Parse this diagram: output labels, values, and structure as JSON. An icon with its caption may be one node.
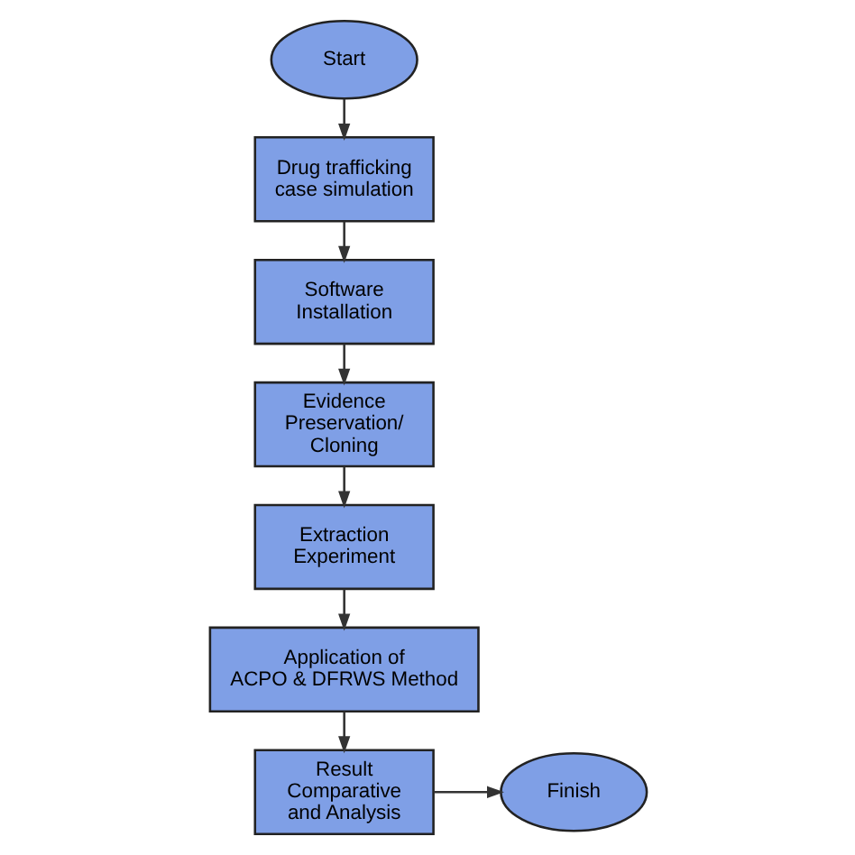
{
  "diagram": {
    "nodes": [
      {
        "text": [
          "Start"
        ]
      },
      {
        "text": [
          "Drug trafficking case simulation"
        ]
      },
      {
        "text": [
          "Software Installation"
        ]
      },
      {
        "text": [
          "Evidence Preservation/ Cloning"
        ]
      },
      {
        "text": [
          "Extraction Experiment"
        ]
      },
      {
        "text": [
          "Application of ACPO & DFRWS Method"
        ]
      },
      {
        "text": [
          "Result Comparative and Analysis"
        ]
      },
      {
        "text": [
          "Finish"
        ]
      }
    ],
    "edges": [
      {
        "from": 0,
        "to": 1,
        "arrow": "to"
      },
      {
        "from": 1,
        "to": 2,
        "arrow": "to"
      },
      {
        "from": 2,
        "to": 3,
        "arrow": "to"
      },
      {
        "from": 3,
        "to": 4,
        "arrow": "to"
      },
      {
        "from": 4,
        "to": 5,
        "arrow": "to"
      },
      {
        "from": 5,
        "to": 6,
        "arrow": "to"
      },
      {
        "from": 6,
        "to": 7,
        "arrow": "to"
      }
    ]
  }
}
